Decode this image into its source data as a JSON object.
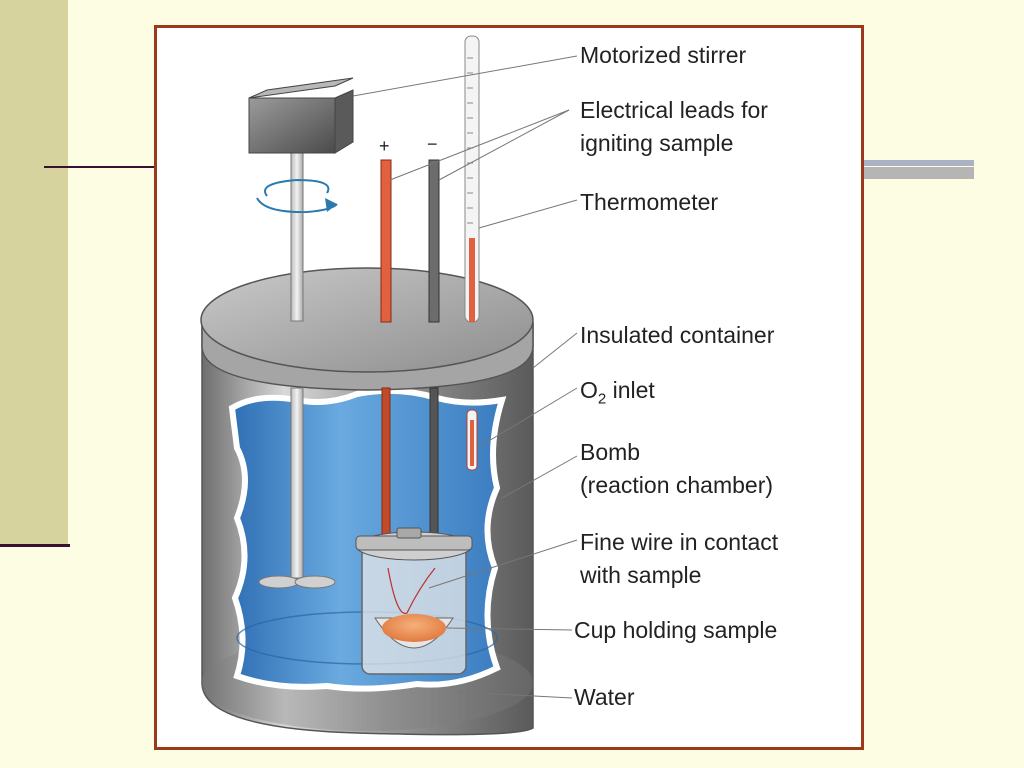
{
  "labels": {
    "motorized_stirrer": "Motorized stirrer",
    "electrical_leads_line1": "Electrical leads for",
    "electrical_leads_line2": "igniting sample",
    "thermometer": "Thermometer",
    "insulated_container": "Insulated container",
    "o2_inlet_prefix": "O",
    "o2_inlet_sub": "2",
    "o2_inlet_suffix": " inlet",
    "bomb_line1": "Bomb",
    "bomb_line2": "(reaction chamber)",
    "fine_wire_line1": "Fine wire in contact",
    "fine_wire_line2": "with sample",
    "cup_holding_sample": "Cup holding sample",
    "water": "Water"
  },
  "signs": {
    "plus": "+",
    "minus": "−"
  },
  "colors": {
    "frame_border": "#9b3a1a",
    "water": "#4a8fd0",
    "electrode_red": "#e06040",
    "side_panel": "#d6d39e",
    "background": "#fdfde3"
  }
}
